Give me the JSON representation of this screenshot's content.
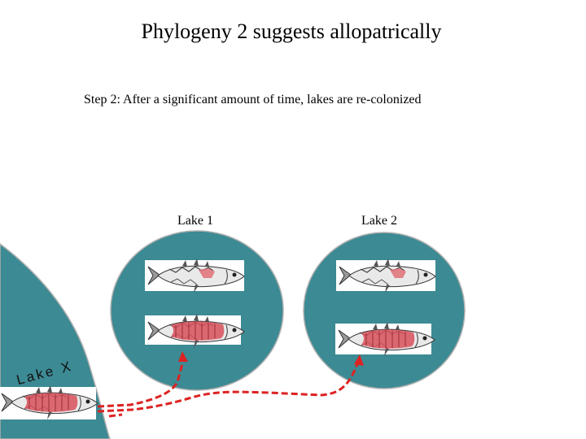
{
  "slide": {
    "title": "Phylogeny 2 suggests allopatrically",
    "step_text": "Step 2: After a significant amount of time, lakes are re-colonized"
  },
  "lakes": {
    "lake1_label": "Lake 1",
    "lake2_label": "Lake 2",
    "lakex_label": "Lake X"
  },
  "colors": {
    "lake_fill": "#3c8a93",
    "lake_outline": "#b0b0b0",
    "fish_muscle": "#d8505a",
    "migration_path": "#dd2222"
  },
  "icons": [
    "stickleback-fish-icon",
    "migration-arrow-icon"
  ]
}
